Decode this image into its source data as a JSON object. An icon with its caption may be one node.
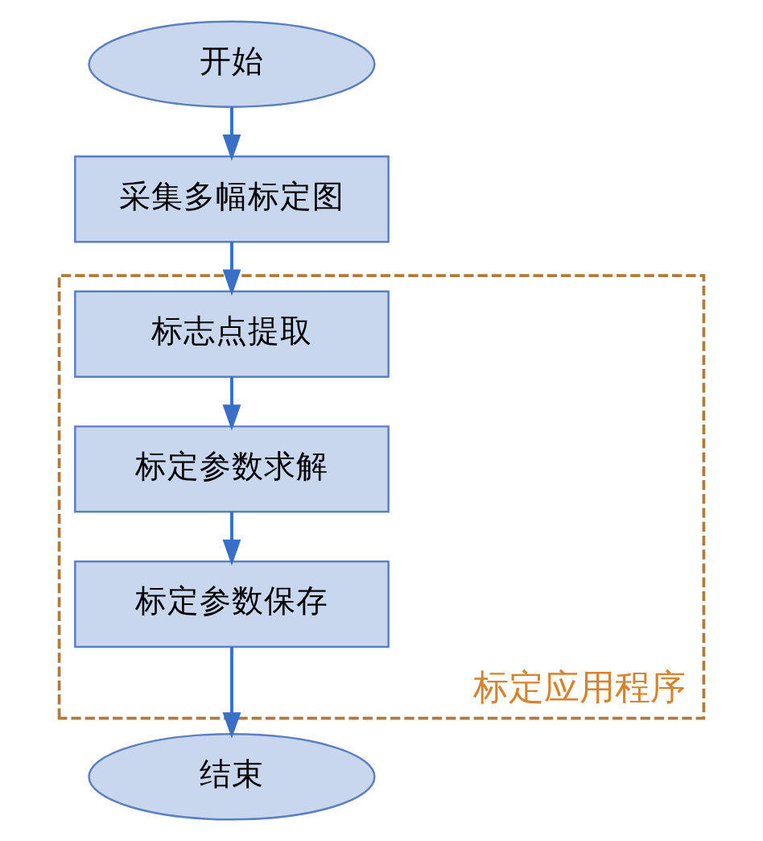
{
  "diagram": {
    "nodes": [
      {
        "text": [
          "开始"
        ]
      },
      {
        "text": [
          "采集多幅标定图"
        ]
      },
      {
        "text": [
          "标定应用程序"
        ]
      },
      {
        "text": [
          "标志点提取"
        ],
        "in": 2
      },
      {
        "text": [
          "标定参数求解"
        ],
        "in": 2
      },
      {
        "text": [
          "标定参数保存"
        ],
        "in": 2
      },
      {
        "text": [
          "结束"
        ]
      }
    ],
    "edges": [
      {
        "from": 0,
        "to": 1,
        "arrow": "to"
      },
      {
        "from": 1,
        "to": 3,
        "arrow": "to"
      },
      {
        "from": 3,
        "to": 4,
        "arrow": "to"
      },
      {
        "from": 4,
        "to": 5,
        "arrow": "to"
      },
      {
        "from": 5,
        "to": 6,
        "arrow": "to"
      }
    ]
  }
}
